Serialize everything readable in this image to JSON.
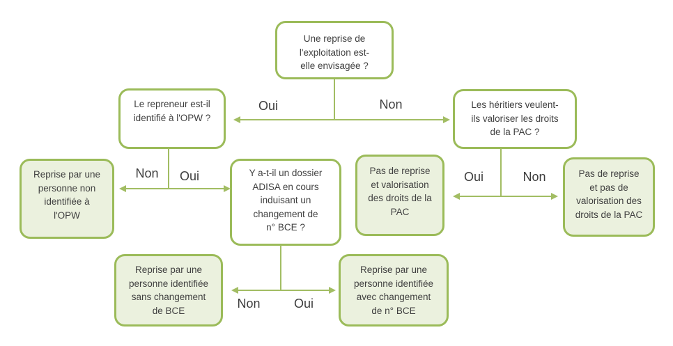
{
  "colors": {
    "box_border": "#9bbb59",
    "outcome_fill": "#ebf1de",
    "connector": "#a2bd63",
    "text": "#404040",
    "background": "#ffffff"
  },
  "nodes": {
    "q_reprise": {
      "text": "Une reprise de\nl'exploitation est-\nelle envisagée ?"
    },
    "q_repreneur": {
      "text": "Le repreneur est-il\nidentifié à l'OPW ?"
    },
    "q_heritiers": {
      "text": "Les héritiers veulent-\nils valoriser les droits\nde la PAC ?"
    },
    "q_adisa": {
      "text": "Y a-t-il un dossier\nADISA en cours\ninduisant un\nchangement de\nn° BCE ?"
    },
    "o_non_identifiee": {
      "text": "Reprise par une\npersonne non\nidentifiée à\nl'OPW"
    },
    "o_valorisation": {
      "text": "Pas de reprise\net valorisation\ndes droits de la\nPAC"
    },
    "o_pas_valorisation": {
      "text": "Pas de reprise\net pas de\nvalorisation des\ndroits de la PAC"
    },
    "o_sans_changement": {
      "text": "Reprise par une\npersonne identifiée\nsans changement\nde BCE"
    },
    "o_avec_changement": {
      "text": "Reprise par une\npersonne identifiée\navec changement\nde n° BCE"
    }
  },
  "edge_labels": {
    "top_oui": "Oui",
    "top_non": "Non",
    "left_non": "Non",
    "left_oui": "Oui",
    "right_oui": "Oui",
    "right_non": "Non",
    "bottom_non": "Non",
    "bottom_oui": "Oui"
  }
}
